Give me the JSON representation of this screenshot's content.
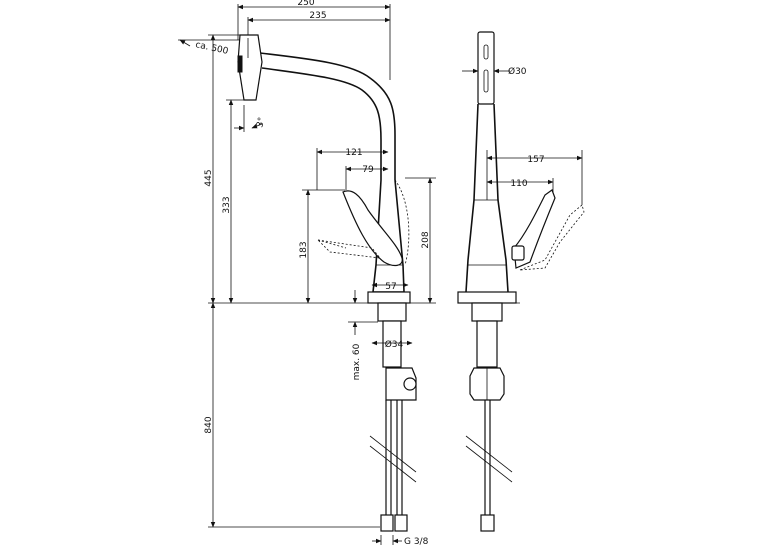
{
  "dimensions": {
    "width_250": "250",
    "width_235": "235",
    "pullout": "ca. 500",
    "angle": "3°",
    "height_445": "445",
    "height_333": "333",
    "height_183": "183",
    "height_208": "208",
    "reach_121": "121",
    "reach_79": "79",
    "base_57": "57",
    "shank_diameter": "Ø34",
    "max_60": "max. 60",
    "below_840": "840",
    "connection": "G 3/8",
    "spray_diameter": "Ø30",
    "lever_157": "157",
    "lever_110": "110"
  },
  "colors": {
    "line": "#111111",
    "background": "#ffffff"
  }
}
